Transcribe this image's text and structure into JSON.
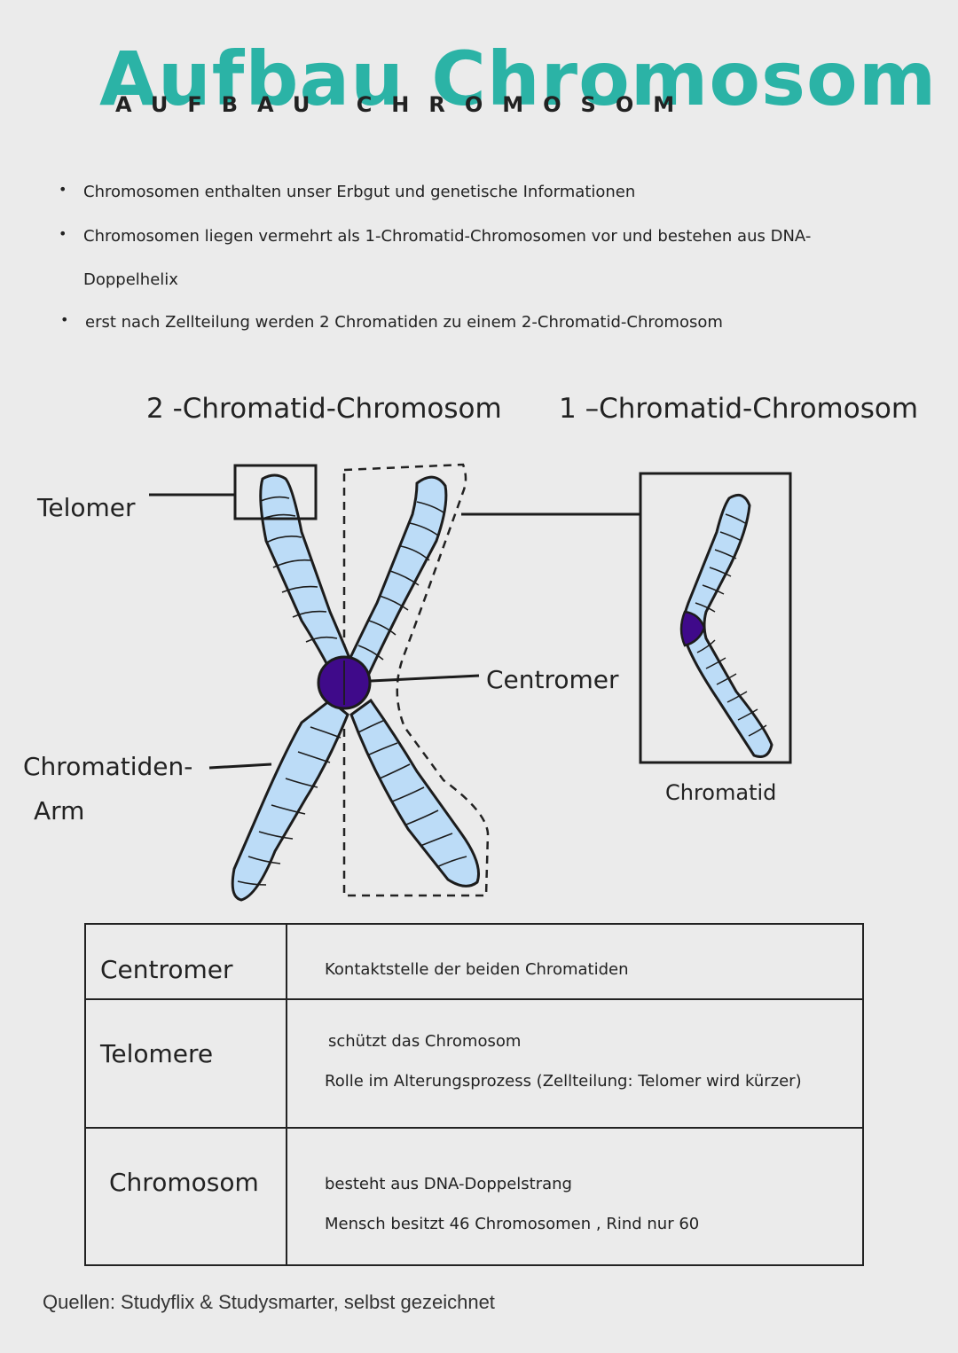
{
  "title": "Aufbau Chromosom",
  "title_spaced": "AUFBAU CHROMOSOM",
  "bullets": [
    "Chromosomen enthalten unser Erbgut und genetische Informationen",
    "Chromosomen liegen vermehrt als 1-Chromatid-Chromosomen vor und bestehen aus DNA-",
    "Doppelhelix",
    "erst nach Zellteilung werden 2 Chromatiden zu einem 2-Chromatid-Chromosom"
  ],
  "diagram": {
    "heading_left": "2 -Chromatid-Chromosom",
    "heading_right": "1 –Chromatid-Chromosom",
    "label_telomer": "Telomer",
    "label_centromer": "Centromer",
    "label_arm_1": "Chromatiden-",
    "label_arm_2": "Arm",
    "label_chromatid": "Chromatid",
    "colors": {
      "chromatid_fill": "#bcdcf7",
      "centromere_fill": "#3f0a8a",
      "outline": "#1c1c1c",
      "title": "#2bb3a6"
    }
  },
  "table": {
    "rows": [
      {
        "term": "Centromer",
        "lines": [
          "Kontaktstelle der beiden Chromatiden"
        ]
      },
      {
        "term": "Telomere",
        "lines": [
          "schützt das Chromosom",
          "Rolle im Alterungsprozess (Zellteilung: Telomer wird kürzer)"
        ]
      },
      {
        "term": "Chromosom",
        "lines": [
          "besteht aus DNA-Doppelstrang",
          "Mensch besitzt 46 Chromosomen , Rind nur 60"
        ]
      }
    ]
  },
  "source": "Quellen: Studyflix & Studysmarter, selbst gezeichnet"
}
